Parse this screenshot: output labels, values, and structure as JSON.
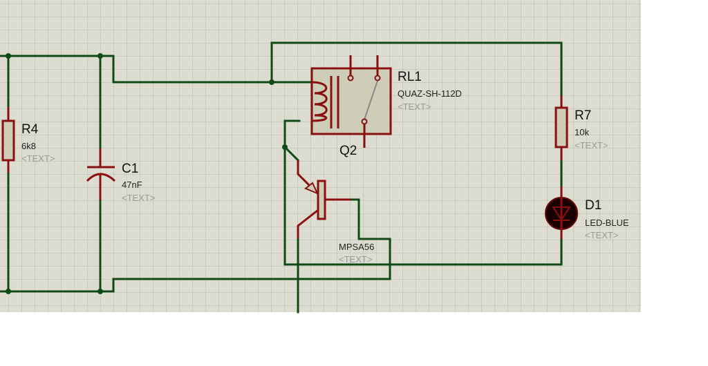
{
  "schematic": {
    "background": "#dcdcd0",
    "wire_color": "#0f4a14",
    "component_color": "#8a1010",
    "components": [
      {
        "ref": "R4",
        "value": "6k8",
        "text": "<TEXT>",
        "type": "resistor"
      },
      {
        "ref": "C1",
        "value": "47nF",
        "text": "<TEXT>",
        "type": "capacitor"
      },
      {
        "ref": "RL1",
        "value": "QUAZ-SH-112D",
        "text": "<TEXT>",
        "type": "relay"
      },
      {
        "ref": "Q2",
        "value": "MPSA56",
        "text": "<TEXT>",
        "type": "pnp-transistor"
      },
      {
        "ref": "R7",
        "value": "10k",
        "text": "<TEXT>",
        "type": "resistor"
      },
      {
        "ref": "D1",
        "value": "LED-BLUE",
        "text": "<TEXT>",
        "type": "led"
      }
    ]
  }
}
